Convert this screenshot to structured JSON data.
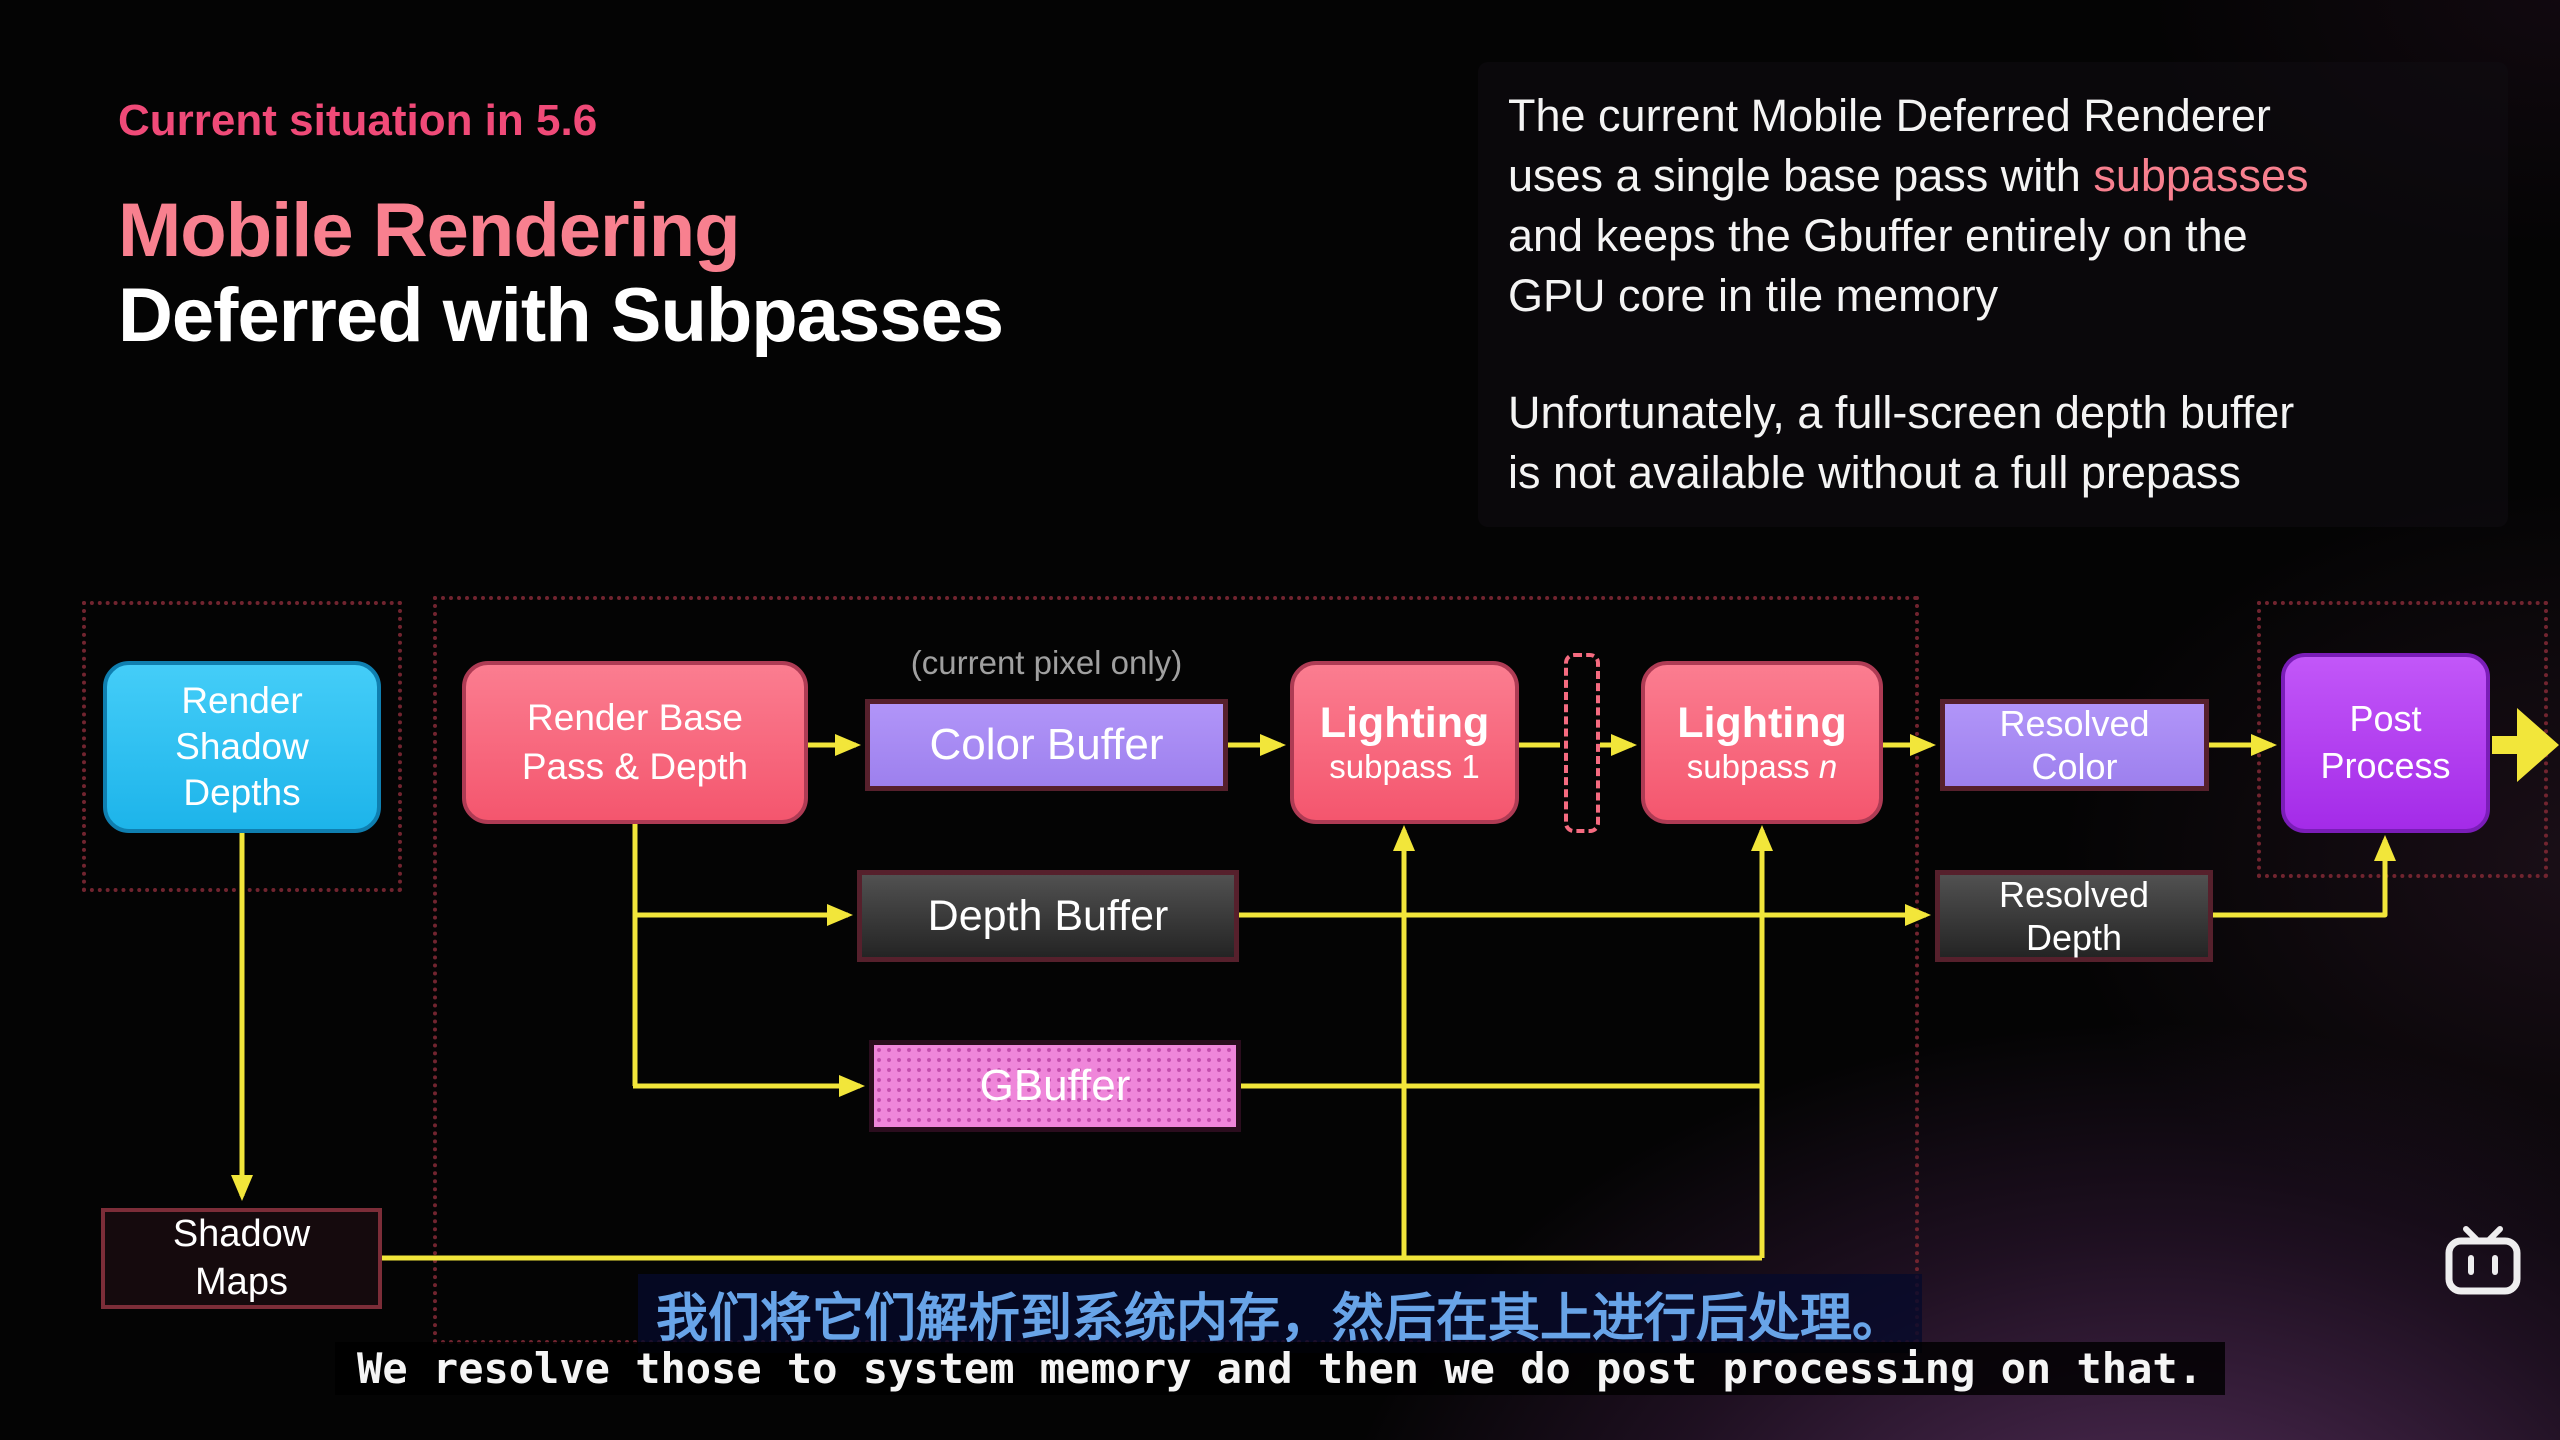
{
  "header": {
    "kicker": "Current situation in 5.6",
    "title_line1": "Mobile Rendering",
    "title_line2": "Deferred with Subpasses"
  },
  "intro": {
    "l1": "The current Mobile Deferred Renderer",
    "l2_before": "uses a single base pass with ",
    "l2_highlight": "subpasses",
    "l3": "and keeps the Gbuffer entirely on the",
    "l4": "GPU core in tile memory",
    "l5": "Unfortunately, a full-screen depth buffer",
    "l6": "is not available without a full prepass"
  },
  "diagram": {
    "annotation": "(current pixel only)",
    "nodes": {
      "render_shadow_depths": {
        "lines": [
          "Render",
          "Shadow",
          "Depths"
        ]
      },
      "render_base_pass": {
        "lines": [
          "Render Base",
          "Pass & Depth"
        ]
      },
      "color_buffer": {
        "label": "Color Buffer"
      },
      "lighting_subpass_1": {
        "title": "Lighting",
        "subtitle": "subpass 1"
      },
      "lighting_subpass_n": {
        "title": "Lighting",
        "subtitle_prefix": "subpass ",
        "subtitle_italic": "n"
      },
      "resolved_color": {
        "lines": [
          "Resolved",
          "Color"
        ]
      },
      "post_process": {
        "lines": [
          "Post",
          "Process"
        ]
      },
      "depth_buffer": {
        "label": "Depth Buffer"
      },
      "resolved_depth": {
        "lines": [
          "Resolved",
          "Depth"
        ]
      },
      "gbuffer": {
        "label": "GBuffer"
      },
      "shadow_maps": {
        "lines": [
          "Shadow",
          "Maps"
        ]
      }
    }
  },
  "subtitles": {
    "chinese": "我们将它们解析到系统内存，然后在其上进行后处理。",
    "english": "We resolve those to system memory and then we do post processing on that."
  },
  "colors": {
    "accent-pink": "#f04a78",
    "title-pink": "#f8808f",
    "arrow-yellow": "#f2e63a",
    "container-border": "#71242f",
    "subtitle-blue": "#68a4e8"
  }
}
